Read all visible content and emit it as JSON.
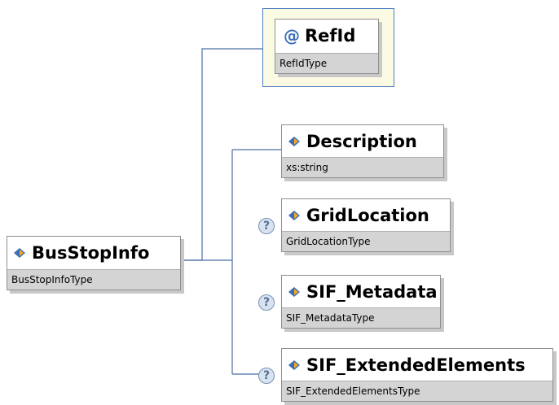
{
  "root": {
    "name": "BusStopInfo",
    "type": "BusStopInfoType"
  },
  "attribute": {
    "symbol": "@",
    "name": "RefId",
    "type": "RefIdType"
  },
  "elements": [
    {
      "name": "Description",
      "type": "xs:string",
      "optional": false
    },
    {
      "name": "GridLocation",
      "type": "GridLocationType",
      "optional": true
    },
    {
      "name": "SIF_Metadata",
      "type": "SIF_MetadataType",
      "optional": true
    },
    {
      "name": "SIF_ExtendedElements",
      "type": "SIF_ExtendedElementsType",
      "optional": true
    }
  ],
  "optional_marker": "?",
  "colors": {
    "connector": "#4a6fa5",
    "type_band": "#d4d4d4",
    "attribute_bg": "#fbfbe4",
    "icon_blue": "#3c6eb8",
    "icon_orange": "#f5a623"
  },
  "icons": {
    "element": "element-diamond-icon",
    "attribute": "attribute-at-icon",
    "optional": "optional-question-icon",
    "sequence": "sequence-connector"
  }
}
